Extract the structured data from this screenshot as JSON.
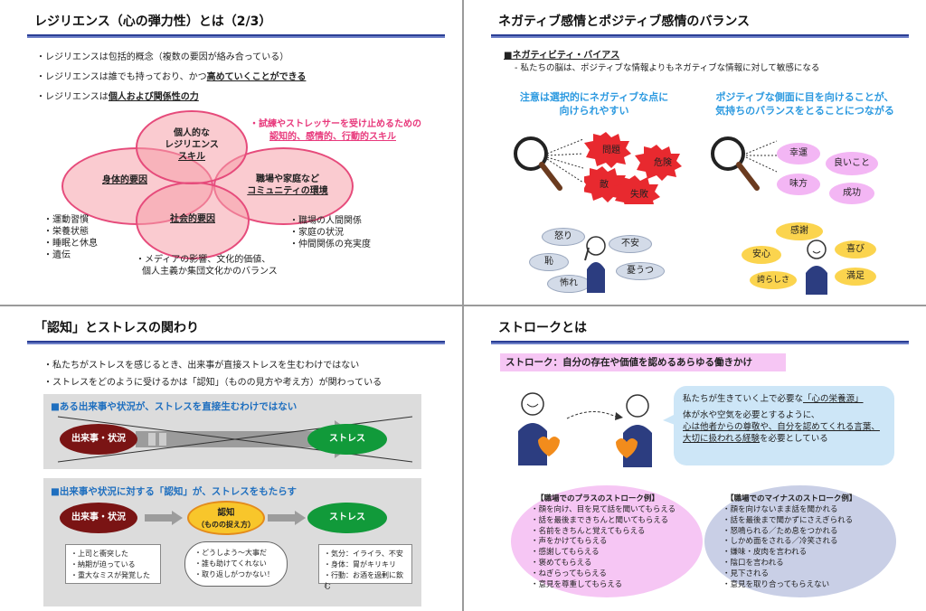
{
  "slide1": {
    "title": "レジリエンス（心の弾力性）とは（2/3）",
    "b1": "・レジリエンスは包括的概念（複数の要因が絡み合っている）",
    "b2a": "・レジリエンスは誰でも持っており、かつ",
    "b2b": "高めていくことができる",
    "b3a": "・レジリエンスは",
    "b3b": "個人および関係性の力",
    "c_personal": "個人的な",
    "c_personal2": "レジリエンス",
    "c_personal3": "スキル",
    "note1": "・試練やストレッサーを受け止めるための",
    "note2": "認知的、感情的、行動的スキル",
    "c_body": "身体的要因",
    "c_work1": "職場や家庭など",
    "c_work2": "コミュニティの環境",
    "c_social": "社会的要因",
    "left_list": [
      "・運動習慣",
      "・栄養状態",
      "・睡眠と休息",
      "・遺伝"
    ],
    "right_list": [
      "・職場の人間関係",
      "・家庭の状況",
      "・仲間関係の充実度"
    ],
    "bottom1": "・メディアの影響、文化的価値、",
    "bottom2": "個人主義か集団文化かのバランス"
  },
  "slide2": {
    "title": "ネガティブ感情とポジティブ感情のバランス",
    "sub": "■ネガティビティ・バイアス",
    "sub2": "- 私たちの脳は、ポジティブな情報よりもネガティブな情報に対して敏感になる",
    "lh1": "注意は選択的にネガティブな点に",
    "lh2": "向けられやすい",
    "rh1": "ポジティブな側面に目を向けることが、",
    "rh2": "気持ちのバランスをとることにつながる",
    "neg": [
      "問題",
      "危険",
      "敵",
      "失敗"
    ],
    "pos": [
      "幸運",
      "良いこと",
      "味方",
      "成功"
    ],
    "feel_neg": [
      "怒り",
      "不安",
      "恥",
      "憂うつ",
      "怖れ"
    ],
    "feel_pos": [
      "感謝",
      "安心",
      "喜び",
      "誇らしさ",
      "満足"
    ]
  },
  "slide3": {
    "title": "「認知」とストレスの関わり",
    "b1": "・私たちがストレスを感じるとき、出来事が直接ストレスを生むわけではない",
    "b2": "・ストレスをどのように受けるかは「認知」（ものの見方や考え方）が関わっている",
    "box1": "■ある出来事や状況が、ストレスを直接生むわけではない",
    "box2": "■出来事や状況に対する「認知」が、ストレスをもたらす",
    "event": "出来事・状況",
    "stress": "ストレス",
    "cog": "認知",
    "cog2": "（ものの捉え方）",
    "ev_list": [
      "・上司と衝突した",
      "・納期が迫っている",
      "・重大なミスが発覚した"
    ],
    "cog_list": [
      "・どうしよう～大事だ",
      "・誰も助けてくれない",
      "・取り返しがつかない！"
    ],
    "st_list": [
      "・気分：イライラ、不安",
      "・身体：胃がキリキリ",
      "・行動：お酒を過剰に飲む"
    ]
  },
  "slide4": {
    "title": "ストロークとは",
    "banner": "ストローク：自分の存在や価値を認めるあらゆる働きかけ",
    "bub1a": "私たちが生きていく上で必要な",
    "bub1b": "「心の栄養源」",
    "bub2": "体が水や空気を必要とするように、",
    "bub3": "心は他者からの尊敬や、自分を認めてくれる言葉、",
    "bub4a": "大切に扱われる経験",
    "bub4b": "を必要としている",
    "plus_title": "【職場でのプラスのストローク例】",
    "plus": [
      "・顔を向け、目を見て話を聞いてもらえる",
      "・話を最後まできちんと聞いてもらえる",
      "・名前をきちんと覚えてもらえる",
      "・声をかけてもらえる",
      "・感謝してもらえる",
      "・褒めてもらえる",
      "・ねぎらってもらえる",
      "・意見を尊重してもらえる"
    ],
    "minus_title": "【職場でのマイナスのストローク例】",
    "minus": [
      "・顔を向けないまま話を聞かれる",
      "・話を最後まで聞かずにさえぎられる",
      "・怒鳴られる／ため息をつかれる",
      "・しかめ面をされる／冷笑される",
      "・嫌味・皮肉を言われる",
      "・陰口を言われる",
      "・見下される",
      "・意見を取り合ってもらえない"
    ]
  }
}
